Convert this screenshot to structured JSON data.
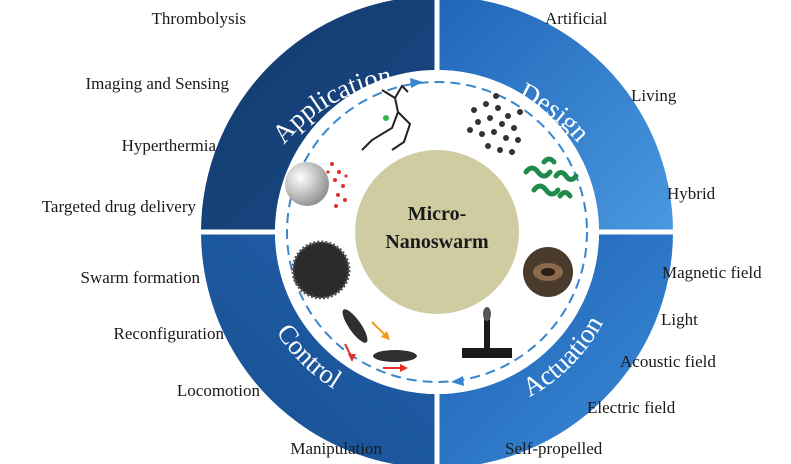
{
  "center": {
    "line1": "Micro-",
    "line2": "Nanoswarm"
  },
  "quadrants": {
    "application": {
      "title": "Application",
      "items": [
        "Thrombolysis",
        "Imaging and Sensing",
        "Hyperthermia",
        "Targeted drug delivery"
      ]
    },
    "design": {
      "title": "Design",
      "items": [
        "Artificial",
        "Living",
        "Hybrid"
      ]
    },
    "control": {
      "title": "Control",
      "items": [
        "Swarm formation",
        "Reconfiguration",
        "Locomotion",
        "Manipulation"
      ]
    },
    "actuation": {
      "title": "Actuation",
      "items": [
        "Magnetic field",
        "Light",
        "Acoustic field",
        "Electric field",
        "Self-propelled"
      ]
    }
  },
  "colors": {
    "application": "#1a4a86",
    "design": "#2f7fd0",
    "control": "#1c5aa6",
    "actuation": "#2a72c4",
    "center": "#cfcca2",
    "dashed_ring": "#3a86cc"
  }
}
